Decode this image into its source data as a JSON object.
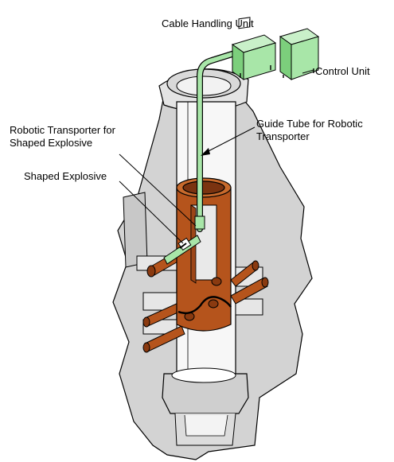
{
  "labels": {
    "cable_handling_unit": "Cable Handling Unit",
    "control_unit": "Control Unit",
    "robotic_transporter": {
      "line1": "Robotic Transporter for",
      "line2": "Shaped Explosive"
    },
    "guide_tube": {
      "line1": "Guide Tube for Robotic",
      "line2": "Transporter"
    },
    "shaped_explosive": "Shaped Explosive"
  },
  "colors": {
    "concrete": "#d3d3d3",
    "concrete_shadow": "#bdbdbd",
    "steel_orange": "#b5541c",
    "steel_orange_dark": "#7a3310",
    "unit_green": "#a8e6a8",
    "unit_green_dark": "#5aa85a",
    "outline": "#000000"
  }
}
